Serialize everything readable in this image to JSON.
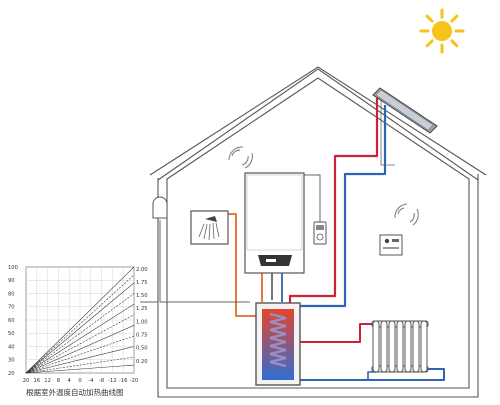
{
  "colors": {
    "sun": "#f7c21a",
    "house_line": "#555555",
    "hot_pipe": "#cc2233",
    "cold_pipe": "#2f63b8",
    "orange_pipe": "#e8682a",
    "grey_pipe": "#666666",
    "tank_gradient_top": "#e4442a",
    "tank_gradient_bottom": "#2f6fd0",
    "coil": "#9a8fc4"
  },
  "icons": [
    "sun-icon",
    "house-outline",
    "solar-panel-icon",
    "gas-boiler-icon",
    "shower-icon",
    "outdoor-sensor-icon",
    "thermostat-icon",
    "control-panel-icon",
    "hot-water-tank",
    "radiator-icon",
    "wireless-signal-icon"
  ],
  "boiler": {
    "display_shape": "trapezoid-dark-panel"
  },
  "chart_data": {
    "type": "line",
    "caption": "根据室外温度自动加热曲线图",
    "x_ticks": [
      "20",
      "16",
      "12",
      "8",
      "4",
      "0",
      "-4",
      "-8",
      "-12",
      "-16",
      "-20"
    ],
    "y_left_ticks": [
      "100",
      "90",
      "80",
      "70",
      "60",
      "50",
      "40",
      "30",
      "20"
    ],
    "y_right_ticks": [
      "2.00",
      "1.75",
      "1.50",
      "1.25",
      "1.00",
      "0.75",
      "0.50",
      "0.20"
    ],
    "xlim": [
      20,
      -20
    ],
    "ylim": [
      20,
      100
    ],
    "series": [
      {
        "values": [
          {
            "x": 20,
            "y": 20
          },
          {
            "x": -20,
            "y": 100
          }
        ]
      },
      {
        "values": [
          {
            "x": 20,
            "y": 20
          },
          {
            "x": -20,
            "y": 94
          }
        ]
      },
      {
        "values": [
          {
            "x": 20,
            "y": 20
          },
          {
            "x": -20,
            "y": 88
          }
        ]
      },
      {
        "values": [
          {
            "x": 20,
            "y": 20
          },
          {
            "x": -20,
            "y": 80
          }
        ]
      },
      {
        "values": [
          {
            "x": 20,
            "y": 20
          },
          {
            "x": -20,
            "y": 72
          }
        ]
      },
      {
        "values": [
          {
            "x": 20,
            "y": 20
          },
          {
            "x": -20,
            "y": 64
          }
        ]
      },
      {
        "values": [
          {
            "x": 20,
            "y": 20
          },
          {
            "x": -20,
            "y": 56
          }
        ]
      },
      {
        "values": [
          {
            "x": 20,
            "y": 20
          },
          {
            "x": -20,
            "y": 48
          }
        ]
      },
      {
        "values": [
          {
            "x": 20,
            "y": 20
          },
          {
            "x": -20,
            "y": 40
          }
        ]
      },
      {
        "values": [
          {
            "x": 20,
            "y": 20
          },
          {
            "x": -20,
            "y": 32
          }
        ]
      },
      {
        "values": [
          {
            "x": 20,
            "y": 20
          },
          {
            "x": -20,
            "y": 26
          }
        ]
      }
    ],
    "grid": true
  }
}
